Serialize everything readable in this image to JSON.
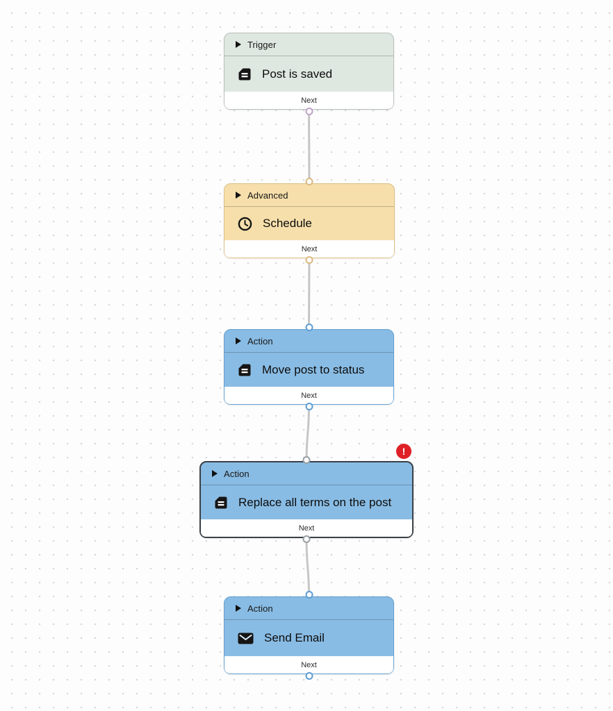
{
  "canvas": {
    "background_color": "#fdfdfd",
    "dot_grid_color": "#d7d7d7"
  },
  "nodes": [
    {
      "category": "Trigger",
      "label": "Post is saved",
      "icon": "document-icon",
      "footer_label": "Next",
      "theme": {
        "fill": "#dfe7e1",
        "border": "#b7c0b8",
        "output_port": "#c0a3c8"
      },
      "has_input_port": false,
      "has_error": false
    },
    {
      "category": "Advanced",
      "label": "Schedule",
      "icon": "clock-icon",
      "footer_label": "Next",
      "theme": {
        "fill": "#f6dfab",
        "border": "#dcbf86",
        "input_port": "#d9ba80",
        "output_port": "#d9ba80"
      },
      "has_input_port": true,
      "has_error": false
    },
    {
      "category": "Action",
      "label": "Move post to status",
      "icon": "document-icon",
      "footer_label": "Next",
      "theme": {
        "fill": "#89bce4",
        "border": "#64a0d1",
        "input_port": "#5e9cd2",
        "output_port": "#5e9cd2"
      },
      "has_input_port": true,
      "has_error": false
    },
    {
      "category": "Action",
      "label": "Replace all terms on the post",
      "icon": "document-icon",
      "footer_label": "Next",
      "theme": {
        "fill": "#89bce4",
        "border": "#3a4046",
        "input_port": "#98a0a6",
        "output_port": "#98a0a6"
      },
      "has_input_port": true,
      "selected": true,
      "has_error": true
    },
    {
      "category": "Action",
      "label": "Send Email",
      "icon": "envelope-icon",
      "footer_label": "Next",
      "theme": {
        "fill": "#89bce4",
        "border": "#64a0d1",
        "input_port": "#5e9cd2",
        "output_port": "#5e9cd2"
      },
      "has_input_port": true,
      "has_error": false
    }
  ],
  "connections": [
    {
      "from": "node-1",
      "to": "node-2"
    },
    {
      "from": "node-2",
      "to": "node-3"
    },
    {
      "from": "node-3",
      "to": "node-4"
    },
    {
      "from": "node-4",
      "to": "node-5"
    }
  ],
  "connection_color": "#c6c6c6",
  "error_badge": {
    "glyph": "!",
    "color": "#df2127"
  }
}
